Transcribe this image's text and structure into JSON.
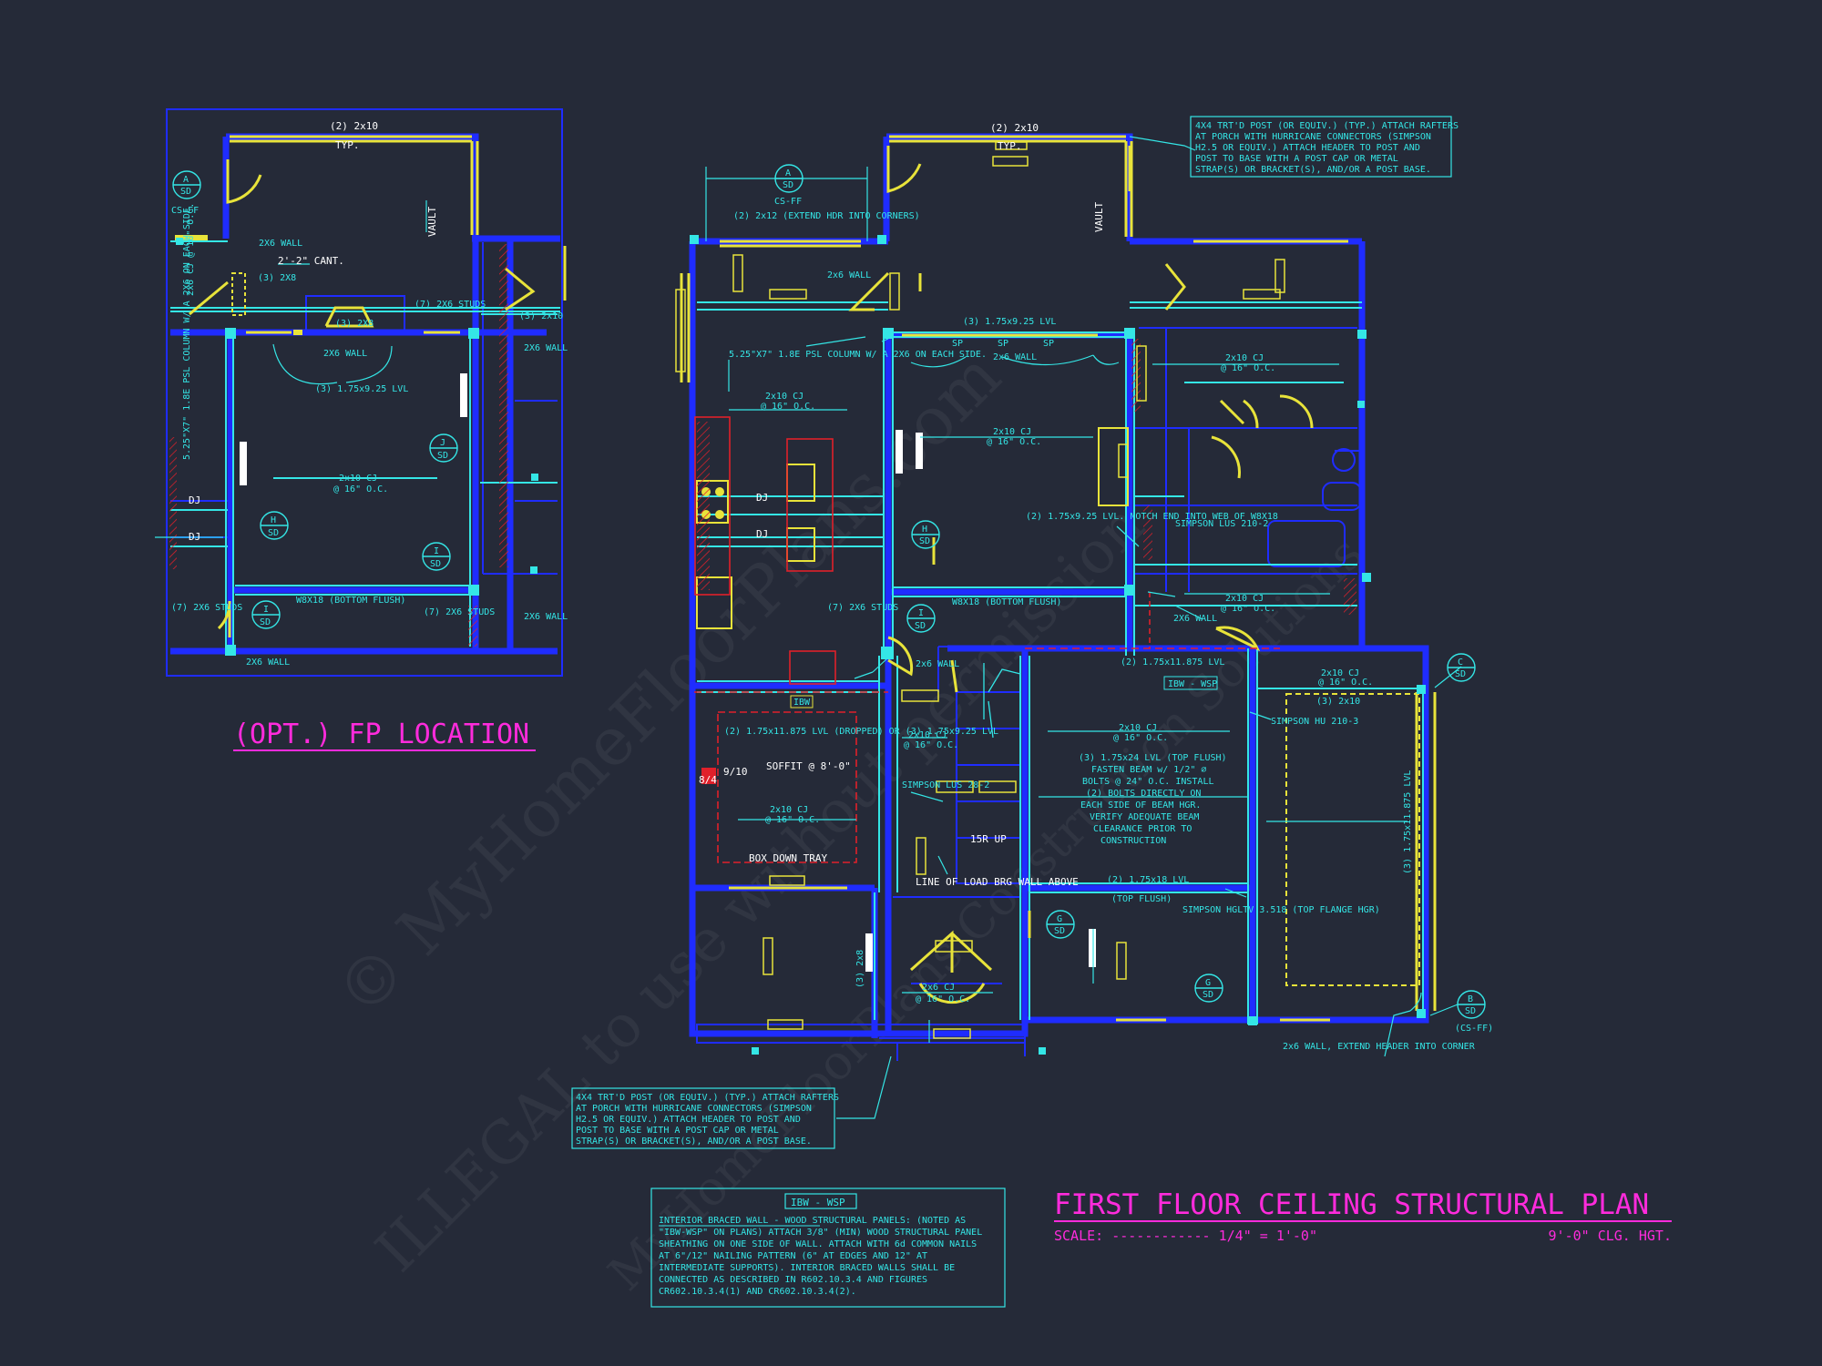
{
  "colors": {
    "background": "#252a38",
    "wall": "#1f2cff",
    "dimension": "#34e6e6",
    "beam": "#e8e33a",
    "title": "#ff2bdc",
    "hatch": "#e0202a"
  },
  "title": {
    "main": "FIRST FLOOR CEILING STRUCTURAL PLAN",
    "scale": "SCALE: ------------ 1/4\" = 1'-0\"",
    "ceiling_height": "9'-0\" CLG. HGT."
  },
  "fp_location": {
    "title": "(OPT.) FP LOCATION"
  },
  "watermark": {
    "line1": "© MyHomeFloorPlans.com",
    "line2": "ILLEGAL to use without permission",
    "line3": "MyHomeFloorPlans Construction Solutions"
  },
  "notes": {
    "post_top": [
      "4X4 TRT'D POST (OR EQUIV.) (TYP.) ATTACH RAFTERS",
      "AT PORCH WITH HURRICANE CONNECTORS (SIMPSON",
      "H2.5 OR EQUIV.) ATTACH HEADER TO POST AND",
      "POST TO BASE WITH A POST CAP OR METAL",
      "STRAP(S) OR BRACKET(S), AND/OR A POST BASE."
    ],
    "post_bottom": [
      "4X4 TRT'D POST (OR EQUIV.) (TYP.) ATTACH RAFTERS",
      "AT PORCH WITH HURRICANE CONNECTORS (SIMPSON",
      "H2.5 OR EQUIV.) ATTACH HEADER TO POST AND",
      "POST TO BASE WITH A POST CAP OR METAL",
      "STRAP(S) OR BRACKET(S), AND/OR A POST BASE."
    ],
    "ibw_tag": "IBW - WSP",
    "ibw": [
      "INTERIOR BRACED WALL - WOOD STRUCTURAL PANELS: (NOTED AS",
      "\"IBW-WSP\" ON PLANS) ATTACH 3/8\" (MIN) WOOD STRUCTURAL PANEL",
      "SHEATHING ON ONE SIDE OF WALL. ATTACH WITH 6d COMMON NAILS",
      "AT 6\"/12\" NAILING PATTERN (6\" AT EDGES AND 12\" AT",
      "INTERMEDIATE SUPPORTS). INTERIOR BRACED WALLS SHALL BE",
      "CONNECTED AS DESCRIBED IN R602.10.3.4 AND FIGURES",
      "CR602.10.3.4(1) AND CR602.10.3.4(2)."
    ]
  },
  "labels": {
    "fp": {
      "hdr_top": "(2) 2x10",
      "typ": "TYP.",
      "sec_a_letter": "A",
      "sec_a_sheet": "SD",
      "cs_ff": "CS-FF",
      "wall_2x6": "2X6 WALL",
      "cant": "2'-2\" CANT.",
      "vault": "VAULT",
      "cj_2x6": "2x6 CJ @ 16\" O.C.",
      "hdr_312x8": "(3) 2X8",
      "fp_312x8": "(3) 2X8",
      "studs_top": "(7) 2X6 STUDS",
      "hdr_3_2x10": "(3) 2x10",
      "wall_2x6_right": "2X6 WALL",
      "wall_2x6_mid": "2X6 WALL",
      "lvl_3": "(3) 1.75x9.25 LVL",
      "psl_col": "5.25\"X7\" 1.8E PSL COLUMN W/ A 2X6 ON EACH SIDE",
      "sec_j_letter": "J",
      "sec_j_sheet": "SD",
      "cj_2x10_line1": "2x10 CJ",
      "cj_2x10_line2": "@ 16\" O.C.",
      "dj1": "DJ",
      "dj2": "DJ",
      "sec_h_letter": "H",
      "sec_h_sheet": "SD",
      "sec_i_letter": "I",
      "sec_i_sheet": "SD",
      "beam": "W8X18 (BOTTOM FLUSH)",
      "studs_bl": "(7) 2X6 STUDS",
      "sec_i2_letter": "I",
      "sec_i2_sheet": "SD",
      "studs_br": "(7) 2X6 STUDS",
      "wall_bottom": "2X6 WALL",
      "wall_br": "2X6 WALL"
    },
    "main": {
      "hdr_top_l": "(2) 2x10",
      "typ_l": "TYP.",
      "hdr_top_r": "(2) 2x10",
      "typ_r": "TYP.",
      "sec_a_letter": "A",
      "sec_a_sheet": "SD",
      "cs_ff": "CS-FF",
      "extend_hdr": "(2) 2x12 (EXTEND HDR INTO CORNERS)",
      "vault_l": "VAULT",
      "vault_r": "VAULT",
      "wall_2x6": "2x6 WALL",
      "lvl_3_top": "(3) 1.75x9.25 LVL",
      "sp": "SP",
      "wall_2x6_center": "2x6 WALL",
      "psl": "5.25\"X7\" 1.8E PSL COLUMN W/ A 2X6 ON EACH SIDE.",
      "cj_kitchen_1": "2x10 CJ",
      "cj_kitchen_2": "@ 16\" O.C.",
      "cj_great_1": "2x10 CJ",
      "cj_great_2": "@ 16\" O.C.",
      "cj_right_1": "2x10 CJ",
      "cj_right_2": "@ 16\" O.C.",
      "dj1": "DJ",
      "dj2": "DJ",
      "sec_h_letter": "H",
      "sec_h_sheet": "SD",
      "notch": "(2) 1.75x9.25 LVL. NOTCH END INTO WEB OF W8X18",
      "simpson_lus210": "SIMPSON LUS 210-2",
      "beam": "W8X18 (BOTTOM FLUSH)",
      "studs": "(7) 2X6 STUDS",
      "sec_i_letter": "I",
      "sec_i_sheet": "SD",
      "wall_2x6_bath": "2X6 WALL",
      "cj_bath_1": "2x10 CJ",
      "cj_bath_2": "@ 16\" O.C.",
      "lvl_2_mid": "(2) 1.75x11.875 LVL",
      "ibw_tag": "IBW - WSP",
      "ibw_tag2": "IBW",
      "wall_2x6_stair": "2x6 WALL",
      "dining_hdr": "(2) 1.75x11.875 LVL (DROPPED) OR (3) 1.75x9.25 LVL",
      "soffit": "SOFFIT @ 8'-0\"",
      "dim_84": "8/4",
      "dim_910": "9/10",
      "cj_dining_1": "2x10 CJ",
      "cj_dining_2": "@ 16\" O.C.",
      "box_down": "BOX DOWN TRAY",
      "cj_hall_1": "2x10 CJ",
      "cj_hall_2": "@ 16\" O.C.",
      "simpson_lus28": "SIMPSON LUS 28-2",
      "br_up": "15R UP",
      "load_brg": "LINE OF LOAD BRG WALL ABOVE",
      "cj_study_1": "2x10 CJ",
      "cj_study_2": "@ 16\" O.C.",
      "beam_3lvl": [
        "(3) 1.75x24 LVL (TOP FLUSH)",
        "FASTEN BEAM w/ 1/2\" ⌀",
        "BOLTS @ 24\" O.C. INSTALL",
        "(2) BOLTS DIRECTLY ON",
        "EACH SIDE OF BEAM HGR.",
        "VERIFY ADEQUATE BEAM",
        "CLEARANCE PRIOR TO",
        "CONSTRUCTION"
      ],
      "lvl_2_lower": "(2) 1.75x18 LVL",
      "top_flush": "(TOP FLUSH)",
      "simpson_hgltv": "SIMPSON HGLTV 3.518 (TOP FLANGE HGR)",
      "sec_g_letter": "G",
      "sec_g_sheet": "SD",
      "sec_g2_letter": "G",
      "sec_g2_sheet": "SD",
      "hdr_3_2x8": "(3) 2x8",
      "cj_2x6_1": "2x6 CJ",
      "cj_2x6_2": "@ 16\" O.C.",
      "simpson_hu": "SIMPSON HU 210-3",
      "garage_hdr_1": "2x10 CJ",
      "garage_hdr_2": "@ 16\" O.C.",
      "hdr_3_2x10": "(3) 2x10",
      "garage_lvl": "(3) 1.75x11.875 LVL",
      "sec_c_letter": "C",
      "sec_c_sheet": "SD",
      "sec_b_letter": "B",
      "sec_b_sheet": "SD",
      "cs_ff_b": "(CS-FF)",
      "wall_extend": "2x6 WALL, EXTEND HEADER INTO CORNER"
    }
  }
}
